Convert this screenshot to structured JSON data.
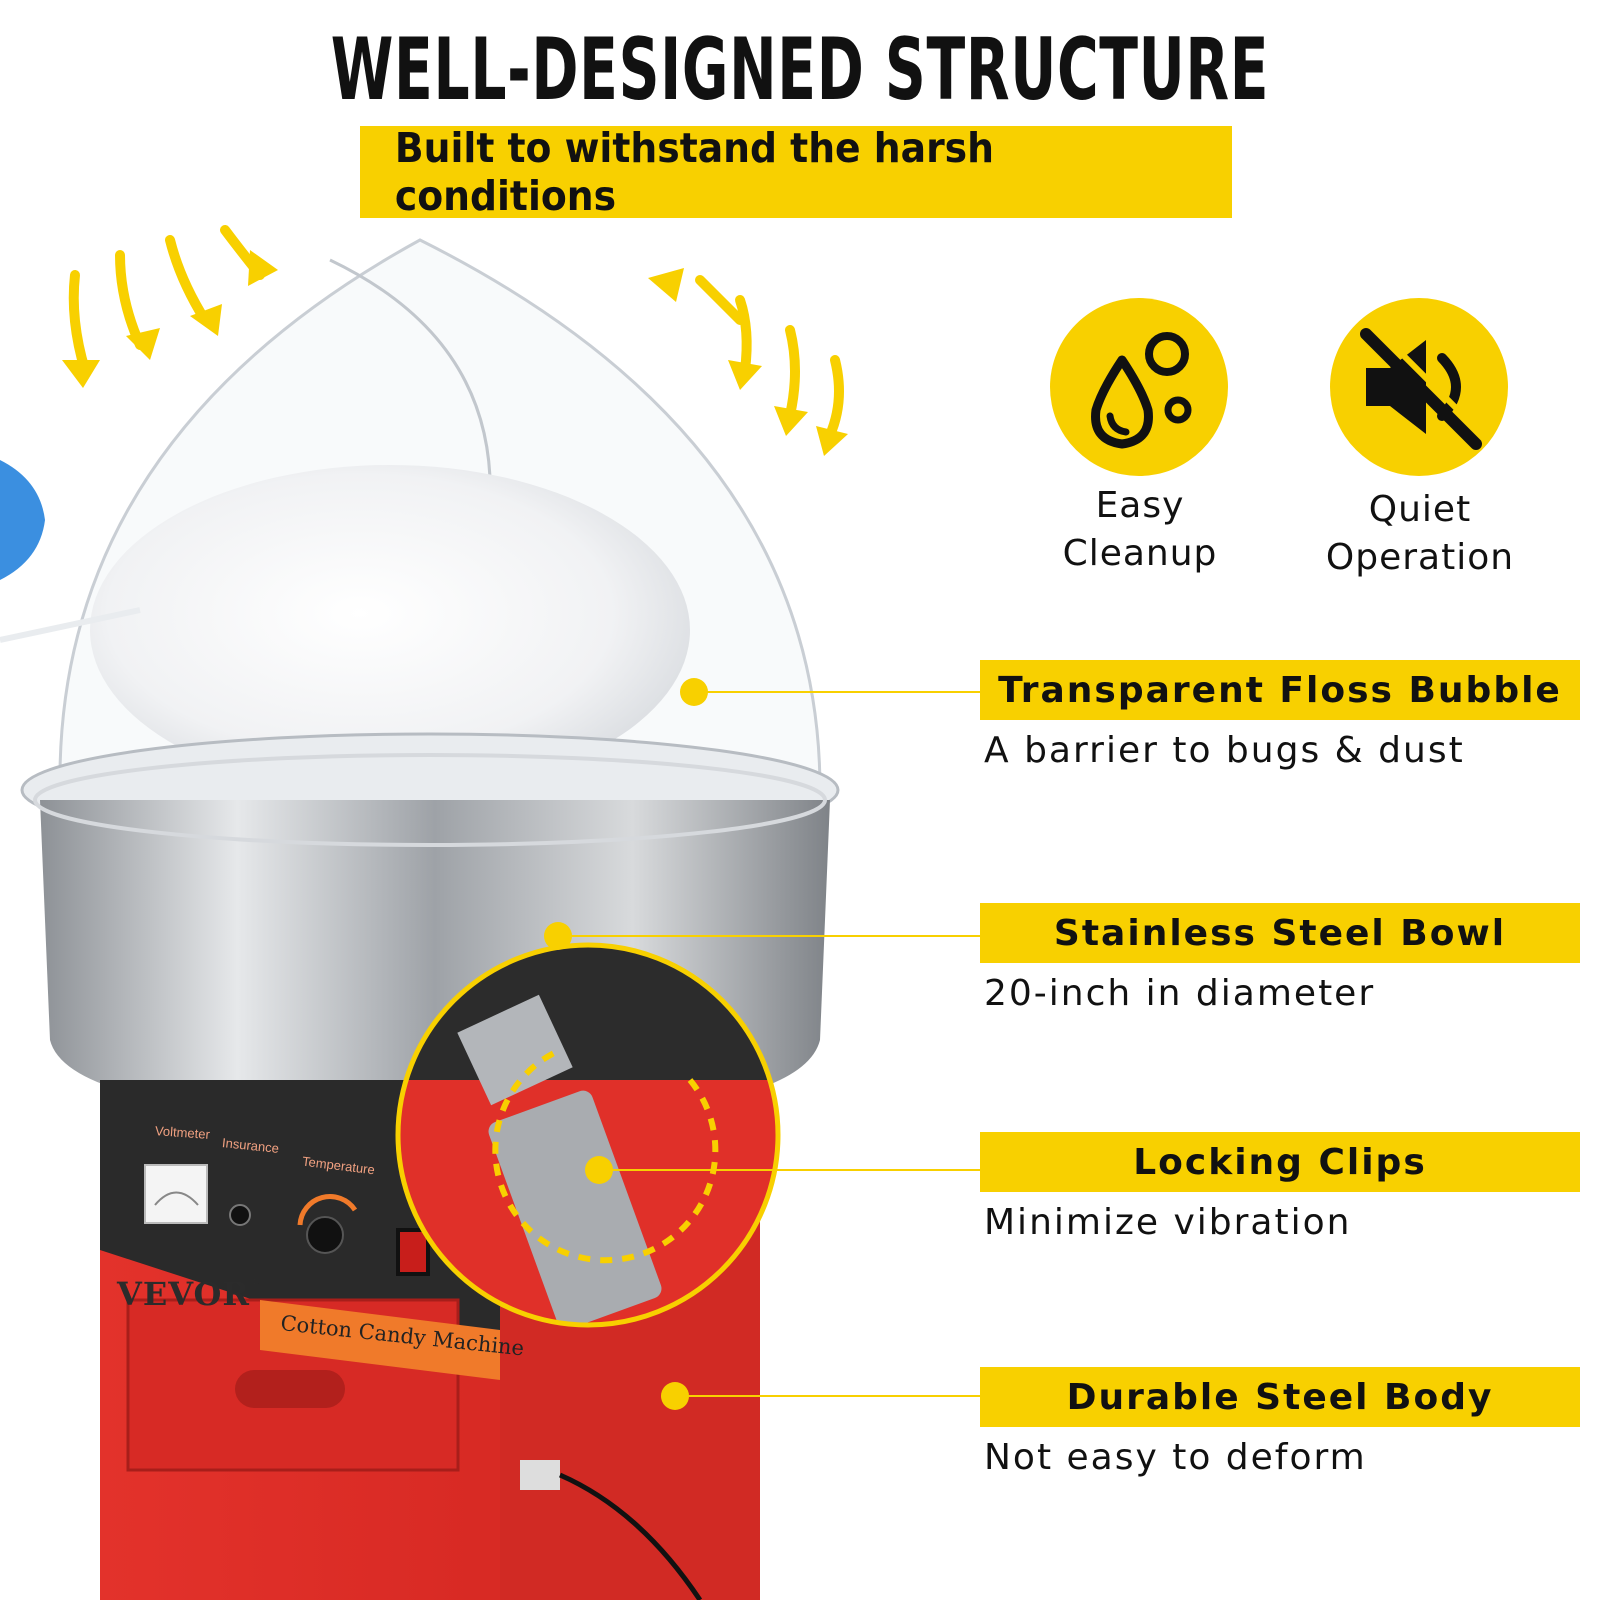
{
  "header": {
    "title": "WELL-DESIGNED STRUCTURE",
    "subtitle": "Built to withstand the harsh conditions"
  },
  "features": [
    {
      "label_line1": "Easy",
      "label_line2": "Cleanup",
      "icon": "droplet-bubbles-icon"
    },
    {
      "label_line1": "Quiet",
      "label_line2": "Operation",
      "icon": "muted-speaker-icon"
    }
  ],
  "callouts": [
    {
      "title": "Transparent Floss Bubble",
      "desc": "A barrier to bugs & dust"
    },
    {
      "title": "Stainless Steel Bowl",
      "desc": "20-inch in diameter"
    },
    {
      "title": "Locking Clips",
      "desc": "Minimize vibration"
    },
    {
      "title": "Durable Steel Body",
      "desc": "Not easy to deform"
    }
  ],
  "machine": {
    "brand": "VEVOR",
    "brand_mark": "®",
    "name": "Cotton Candy Machine",
    "labels": {
      "voltmeter": "Voltmeter",
      "insurance": "Insurance",
      "temperature": "Temperature"
    }
  },
  "colors": {
    "accent_yellow": "#f8d000",
    "body_red": "#e8302a",
    "panel_black": "#2a2a2a",
    "steel": "#b9bcc0"
  }
}
